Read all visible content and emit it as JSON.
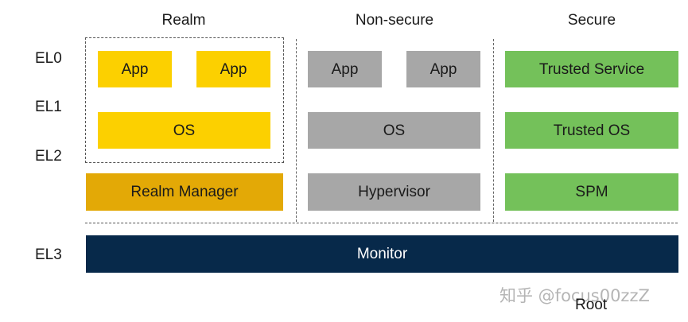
{
  "columns": {
    "realm": "Realm",
    "non_secure": "Non-secure",
    "secure": "Secure"
  },
  "exception_levels": {
    "el0": "EL0",
    "el1": "EL1",
    "el2": "EL2",
    "el3": "EL3"
  },
  "realm": {
    "app1": "App",
    "app2": "App",
    "os": "OS",
    "manager": "Realm Manager"
  },
  "non_secure": {
    "app1": "App",
    "app2": "App",
    "os": "OS",
    "hypervisor": "Hypervisor"
  },
  "secure": {
    "trusted_service": "Trusted Service",
    "trusted_os": "Trusted OS",
    "spm": "SPM"
  },
  "root": {
    "monitor": "Monitor",
    "label": "Root"
  },
  "watermark": "知乎 @focus00zzZ",
  "colors": {
    "realm_app": "#fcd000",
    "realm_manager": "#e3a906",
    "non_secure": "#a7a7a7",
    "secure": "#74c15a",
    "monitor": "#07294a"
  }
}
